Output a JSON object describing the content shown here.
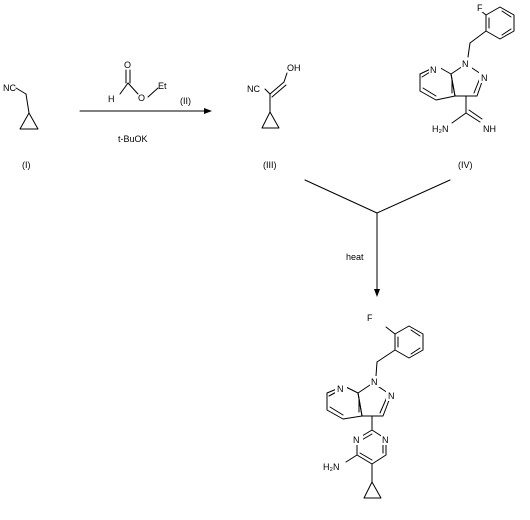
{
  "scheme": {
    "compound_i": {
      "label": "(I)",
      "atoms": {
        "nitrile": "NC"
      }
    },
    "reagent_ii": {
      "label": "(II)",
      "atoms": {
        "h": "H",
        "o": "O",
        "et": "Et"
      }
    },
    "conditions_step1": "t-BuOK",
    "compound_iii": {
      "label": "(III)",
      "atoms": {
        "nitrile": "NC",
        "hydroxyl": "OH"
      }
    },
    "compound_iv": {
      "label": "(IV)",
      "atoms": {
        "f": "F",
        "n7": "N",
        "n1": "N",
        "n2": "N",
        "nh2": "H₂N",
        "nh": "NH"
      }
    },
    "conditions_step2": "heat",
    "product": {
      "atoms": {
        "f": "F",
        "n7": "N",
        "n1": "N",
        "n2": "N",
        "pyr_n1": "N",
        "pyr_n3": "N",
        "nh2": "H₂N"
      }
    }
  }
}
